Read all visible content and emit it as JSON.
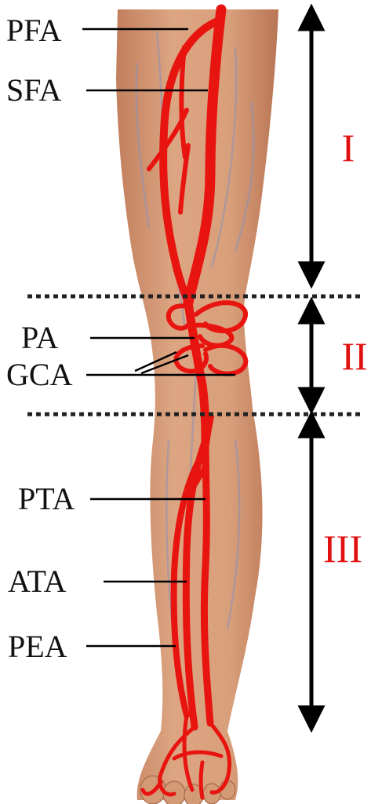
{
  "colors": {
    "artery": "#e8140f",
    "artery_dark": "#b40a08",
    "skin": "#d9a17c",
    "skin_shadow": "#c0805e",
    "vein": "#8a8fb0",
    "region_label": "#e01010",
    "arrow": "#000000",
    "leader_line": "#000000",
    "divider": "#222222"
  },
  "labels": {
    "pfa": "PFA",
    "sfa": "SFA",
    "pa": "PA",
    "gca": "GCA",
    "pta": "PTA",
    "ata": "ATA",
    "pea": "PEA"
  },
  "regions": {
    "one": "I",
    "two": "II",
    "three": "III"
  },
  "icons": {
    "arrow": "double-headed-arrow",
    "divider": "dotted-line"
  }
}
